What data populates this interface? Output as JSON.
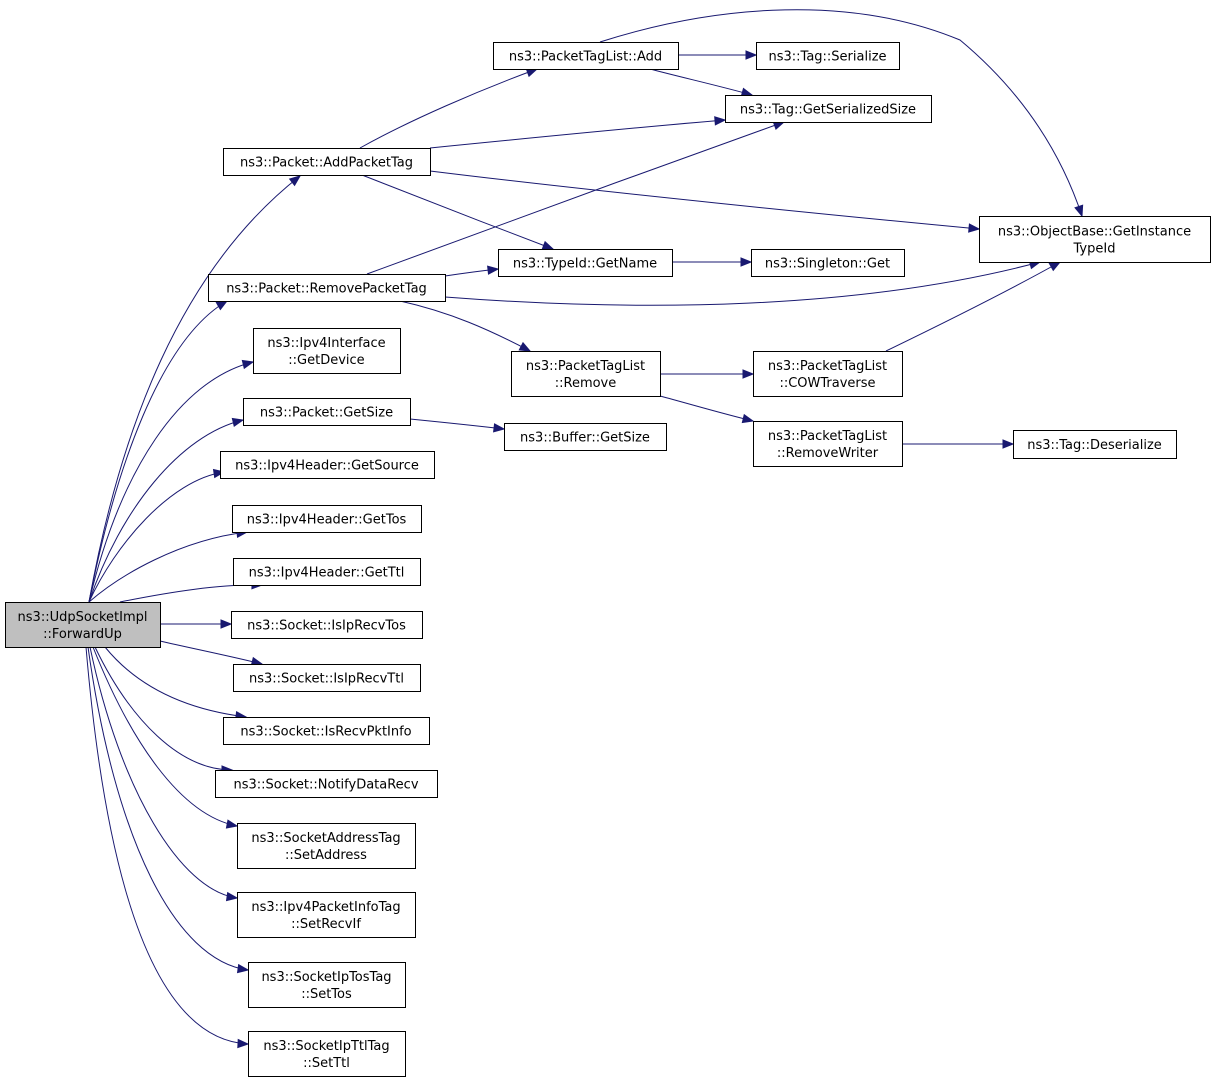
{
  "colors": {
    "edge": "#191970",
    "root_fill": "#bfbfbf",
    "node_fill": "#ffffff",
    "node_border": "#000000"
  },
  "nodes": {
    "forwardup": [
      "ns3::UdpSocketImpl",
      "::ForwardUp"
    ],
    "addpackettag": [
      "ns3::Packet::AddPacketTag"
    ],
    "removepackettag": [
      "ns3::Packet::RemovePacketTag"
    ],
    "ipv4interface_getdevice": [
      "ns3::Ipv4Interface",
      "::GetDevice"
    ],
    "packet_getsize": [
      "ns3::Packet::GetSize"
    ],
    "ipv4header_getsource": [
      "ns3::Ipv4Header::GetSource"
    ],
    "ipv4header_gettos": [
      "ns3::Ipv4Header::GetTos"
    ],
    "ipv4header_getttl": [
      "ns3::Ipv4Header::GetTtl"
    ],
    "socket_isiprecvtos": [
      "ns3::Socket::IsIpRecvTos"
    ],
    "socket_isiprecvttl": [
      "ns3::Socket::IsIpRecvTtl"
    ],
    "socket_isrecvpktinfo": [
      "ns3::Socket::IsRecvPktInfo"
    ],
    "socket_notifydatarecv": [
      "ns3::Socket::NotifyDataRecv"
    ],
    "socketaddresstag_setaddress": [
      "ns3::SocketAddressTag",
      "::SetAddress"
    ],
    "ipv4packetinfotag_setrecvif": [
      "ns3::Ipv4PacketInfoTag",
      "::SetRecvIf"
    ],
    "socketiptostag_settos": [
      "ns3::SocketIpTosTag",
      "::SetTos"
    ],
    "socketipttltag_setttl": [
      "ns3::SocketIpTtlTag",
      "::SetTtl"
    ],
    "packettaglist_add": [
      "ns3::PacketTagList::Add"
    ],
    "typeid_getname": [
      "ns3::TypeId::GetName"
    ],
    "packettaglist_remove": [
      "ns3::PacketTagList",
      "::Remove"
    ],
    "buffer_getsize": [
      "ns3::Buffer::GetSize"
    ],
    "tag_serialize": [
      "ns3::Tag::Serialize"
    ],
    "tag_getserializedsize": [
      "ns3::Tag::GetSerializedSize"
    ],
    "singleton_get": [
      "ns3::Singleton::Get"
    ],
    "packettaglist_cowtraverse": [
      "ns3::PacketTagList",
      "::COWTraverse"
    ],
    "packettaglist_removewriter": [
      "ns3::PacketTagList",
      "::RemoveWriter"
    ],
    "objectbase_getinstancetypeid": [
      "ns3::ObjectBase::GetInstance",
      "TypeId"
    ],
    "tag_deserialize": [
      "ns3::Tag::Deserialize"
    ]
  },
  "edges": [
    [
      "forwardup",
      "addpackettag"
    ],
    [
      "forwardup",
      "removepackettag"
    ],
    [
      "forwardup",
      "ipv4interface_getdevice"
    ],
    [
      "forwardup",
      "packet_getsize"
    ],
    [
      "forwardup",
      "ipv4header_getsource"
    ],
    [
      "forwardup",
      "ipv4header_gettos"
    ],
    [
      "forwardup",
      "ipv4header_getttl"
    ],
    [
      "forwardup",
      "socket_isiprecvtos"
    ],
    [
      "forwardup",
      "socket_isiprecvttl"
    ],
    [
      "forwardup",
      "socket_isrecvpktinfo"
    ],
    [
      "forwardup",
      "socket_notifydatarecv"
    ],
    [
      "forwardup",
      "socketaddresstag_setaddress"
    ],
    [
      "forwardup",
      "ipv4packetinfotag_setrecvif"
    ],
    [
      "forwardup",
      "socketiptostag_settos"
    ],
    [
      "forwardup",
      "socketipttltag_setttl"
    ],
    [
      "addpackettag",
      "packettaglist_add"
    ],
    [
      "addpackettag",
      "tag_getserializedsize"
    ],
    [
      "addpackettag",
      "objectbase_getinstancetypeid"
    ],
    [
      "addpackettag",
      "typeid_getname"
    ],
    [
      "packettaglist_add",
      "tag_serialize"
    ],
    [
      "packettaglist_add",
      "tag_getserializedsize"
    ],
    [
      "packettaglist_add",
      "objectbase_getinstancetypeid"
    ],
    [
      "removepackettag",
      "tag_getserializedsize"
    ],
    [
      "removepackettag",
      "typeid_getname"
    ],
    [
      "removepackettag",
      "objectbase_getinstancetypeid"
    ],
    [
      "removepackettag",
      "packettaglist_remove"
    ],
    [
      "typeid_getname",
      "singleton_get"
    ],
    [
      "packettaglist_remove",
      "packettaglist_cowtraverse"
    ],
    [
      "packettaglist_remove",
      "packettaglist_removewriter"
    ],
    [
      "packettaglist_cowtraverse",
      "objectbase_getinstancetypeid"
    ],
    [
      "packettaglist_removewriter",
      "tag_deserialize"
    ],
    [
      "packet_getsize",
      "buffer_getsize"
    ]
  ]
}
